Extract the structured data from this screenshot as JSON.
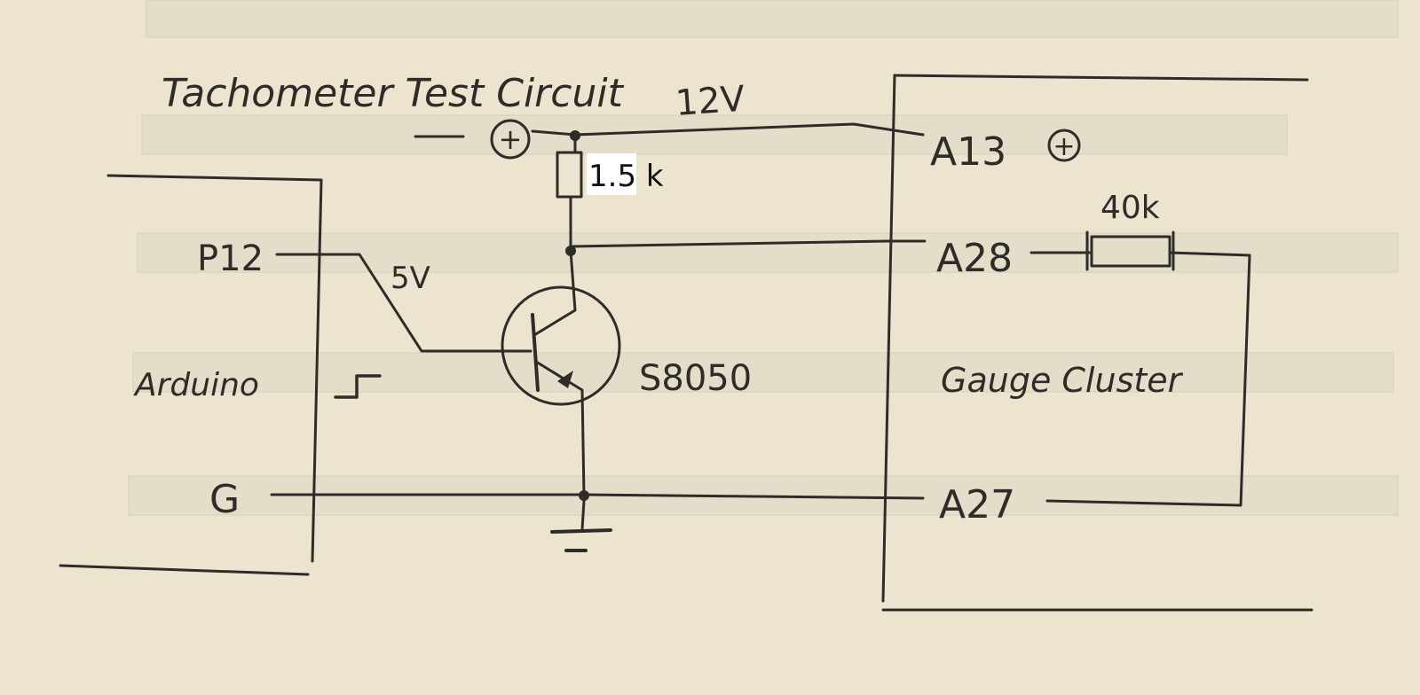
{
  "title": "Tachometer Test Circuit",
  "supply": {
    "voltage_label": "12V",
    "plus_symbol": "+"
  },
  "arduino": {
    "name": "Arduino",
    "pin_signal": "P12",
    "pin_ground": "G",
    "signal_level": "5V"
  },
  "transistor": {
    "part": "S8050"
  },
  "resistors": {
    "pullup": "1.5 k",
    "gauge": "40k"
  },
  "gauge_cluster": {
    "name": "Gauge Cluster",
    "pin_supply": "A13",
    "pin_signal": "A28",
    "pin_ground": "A27",
    "supply_plus_symbol": "+"
  },
  "colors": {
    "paper": "#ece4cf",
    "ink": "#2e2c28",
    "ruled_band": "#e2dbc8",
    "label_bg": "#ffffff"
  }
}
